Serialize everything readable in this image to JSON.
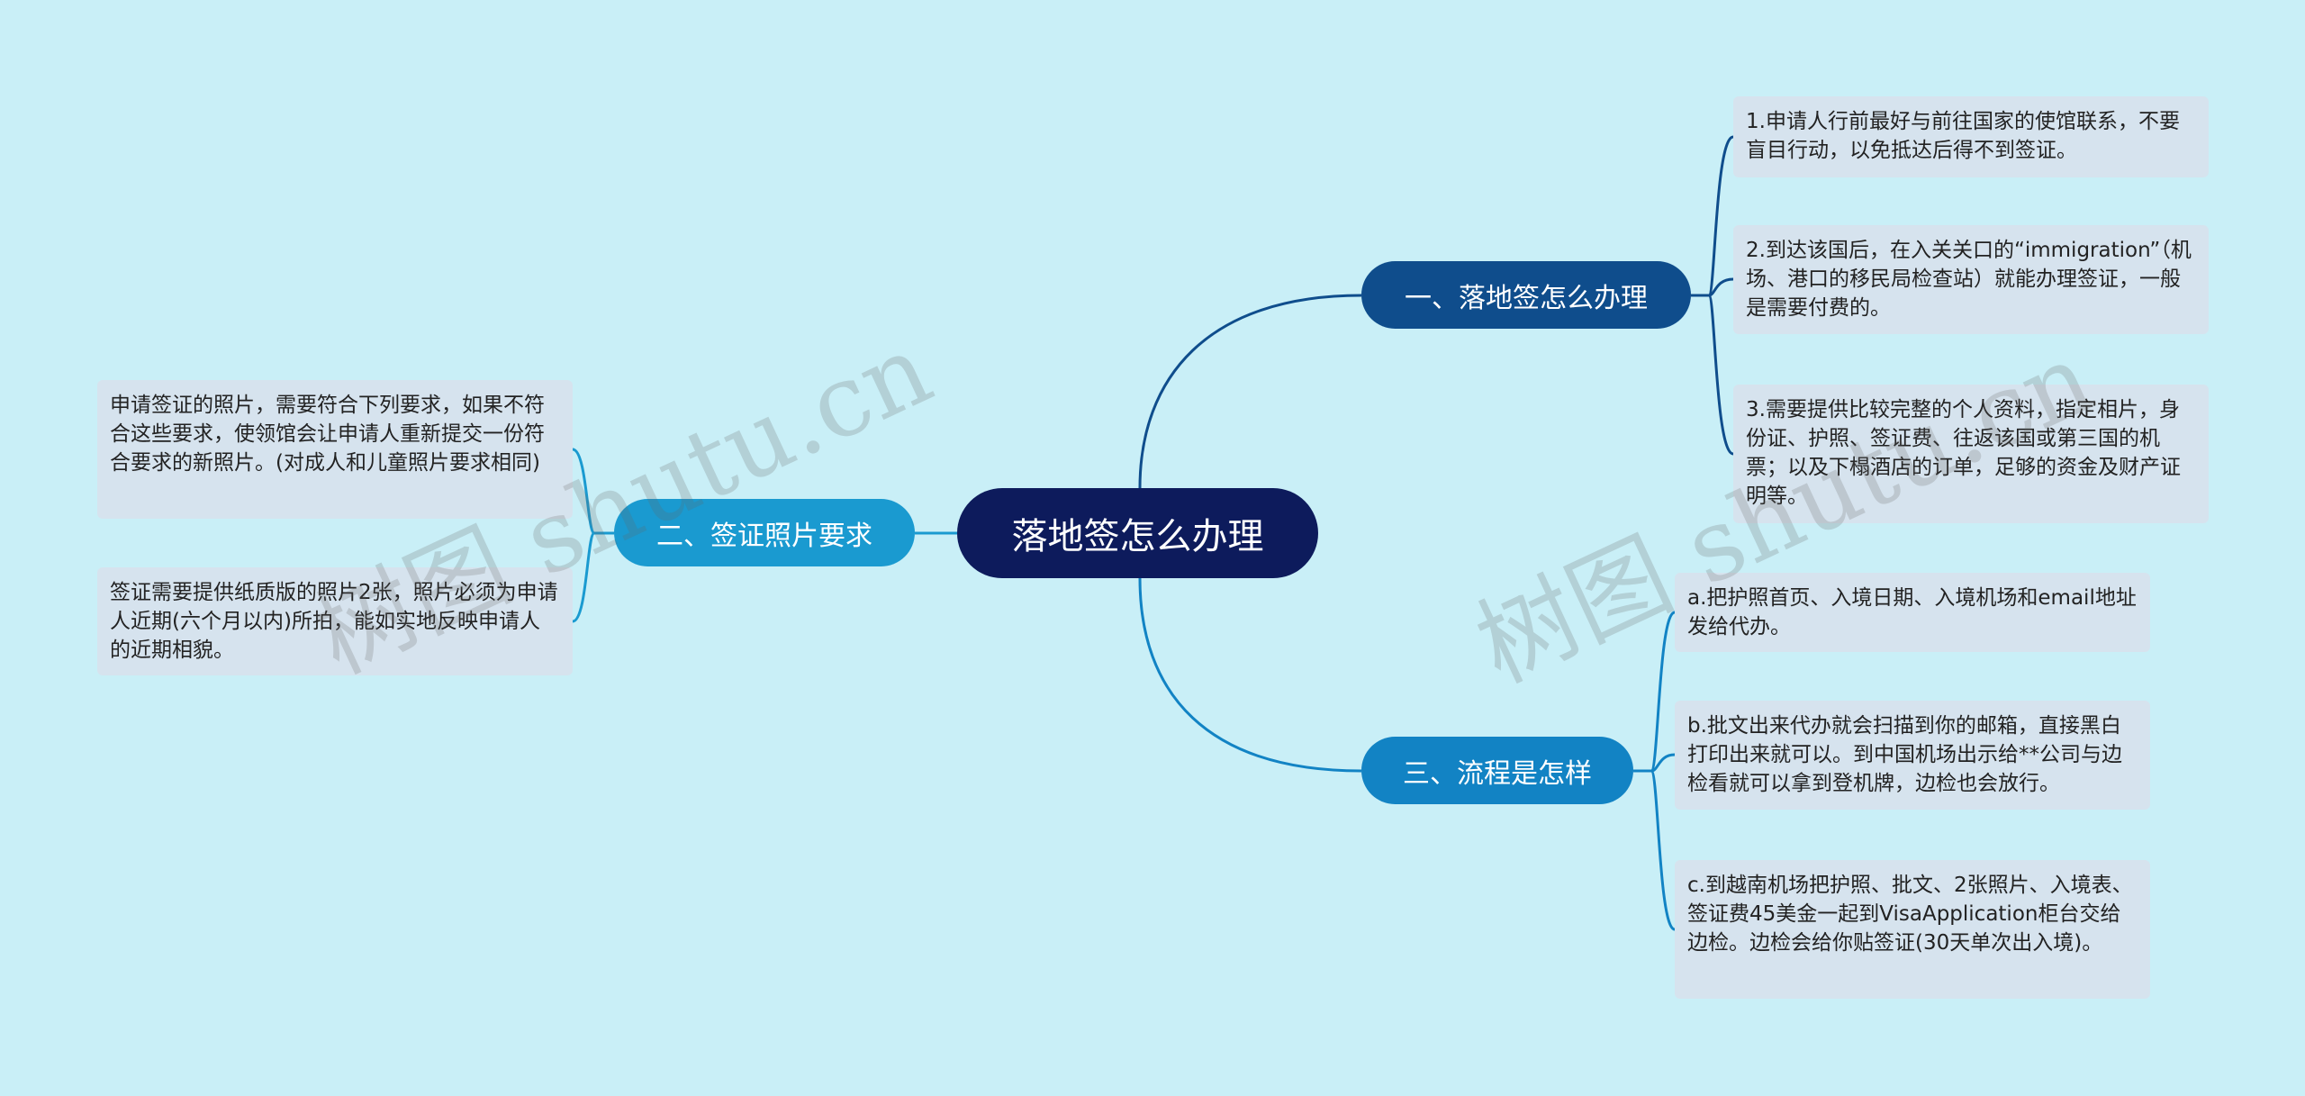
{
  "mindmap": {
    "root": {
      "label": "落地签怎么办理"
    },
    "branches": [
      {
        "label": "一、落地签怎么办理",
        "items": [
          "1.申请人行前最好与前往国家的使馆联系，不要盲目行动，以免抵达后得不到签证。",
          "2.到达该国后，在入关关口的“immigration”（机场、港口的移民局检查站）就能办理签证，一般是需要付费的。",
          "3.需要提供比较完整的个人资料，指定相片，身份证、护照、签证费、往返该国或第三国的机票；以及下榻酒店的订单，足够的资金及财产证明等。"
        ]
      },
      {
        "label": "二、签证照片要求",
        "items": [
          "申请签证的照片，需要符合下列要求，如果不符合这些要求，使领馆会让申请人重新提交一份符合要求的新照片。(对成人和儿童照片要求相同)",
          "签证需要提供纸质版的照片2张，照片必须为申请人近期(六个月以内)所拍，能如实地反映申请人的近期相貌。"
        ]
      },
      {
        "label": "三、流程是怎样",
        "items": [
          "a.把护照首页、入境日期、入境机场和email地址发给代办。",
          "b.批文出来代办就会扫描到你的邮箱，直接黑白打印出来就可以。到中国机场出示给**公司与边检看就可以拿到登机牌，边检也会放行。",
          "c.到越南机场把护照、批文、2张照片、入境表、签证费45美金一起到VisaApplication柜台交给边检。边检会给你贴签证(30天单次出入境)。"
        ]
      }
    ]
  },
  "watermark": {
    "text": "树图 shutu.cn"
  },
  "colors": {
    "background": "#c9eff7",
    "root": "#0d1b5c",
    "branch1": "#0f4d8c",
    "branch2": "#1a9ad0",
    "branch3": "#1283c4",
    "leaf": "#d6e3ee"
  }
}
